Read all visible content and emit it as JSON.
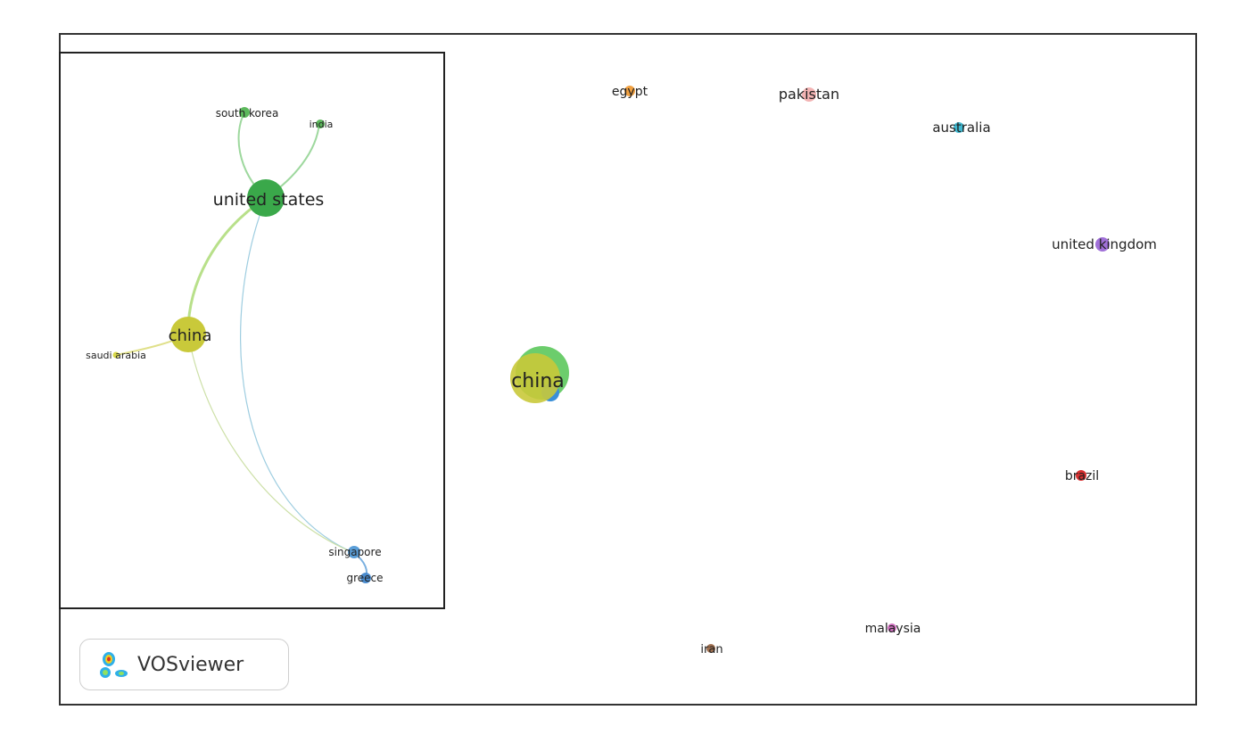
{
  "inset_map": {
    "nodes": [
      {
        "id": "south korea",
        "label": "south korea",
        "color": "#5cb85c"
      },
      {
        "id": "india",
        "label": "india",
        "color": "#5cb85c"
      },
      {
        "id": "united states",
        "label": "united states",
        "color": "#3aa84a"
      },
      {
        "id": "china",
        "label": "china",
        "color": "#c9c93a"
      },
      {
        "id": "saudi arabia",
        "label": "saudi arabia",
        "color": "#d8d84a"
      },
      {
        "id": "singapore",
        "label": "singapore",
        "color": "#5a9ed8"
      },
      {
        "id": "greece",
        "label": "greece",
        "color": "#4a8ccf"
      }
    ],
    "links": [
      [
        "united states",
        "south korea"
      ],
      [
        "united states",
        "india"
      ],
      [
        "united states",
        "china"
      ],
      [
        "united states",
        "singapore"
      ],
      [
        "china",
        "saudi arabia"
      ],
      [
        "china",
        "singapore"
      ],
      [
        "singapore",
        "greece"
      ]
    ]
  },
  "main_map": {
    "nodes": [
      {
        "id": "egypt",
        "label": "egypt",
        "color": "#f0a040"
      },
      {
        "id": "pakistan",
        "label": "pakistan",
        "color": "#f0a0a0"
      },
      {
        "id": "australia",
        "label": "australia",
        "color": "#40b8d0"
      },
      {
        "id": "united kingdom",
        "label": "united kingdom",
        "color": "#a070d8"
      },
      {
        "id": "china",
        "label": "china",
        "color": "#c9c93a"
      },
      {
        "id": "brazil",
        "label": "brazil",
        "color": "#d83030"
      },
      {
        "id": "malaysia",
        "label": "malaysia",
        "color": "#d070c0"
      },
      {
        "id": "iran",
        "label": "iran",
        "color": "#a07050"
      }
    ]
  },
  "logo": {
    "text": "VOSviewer"
  }
}
